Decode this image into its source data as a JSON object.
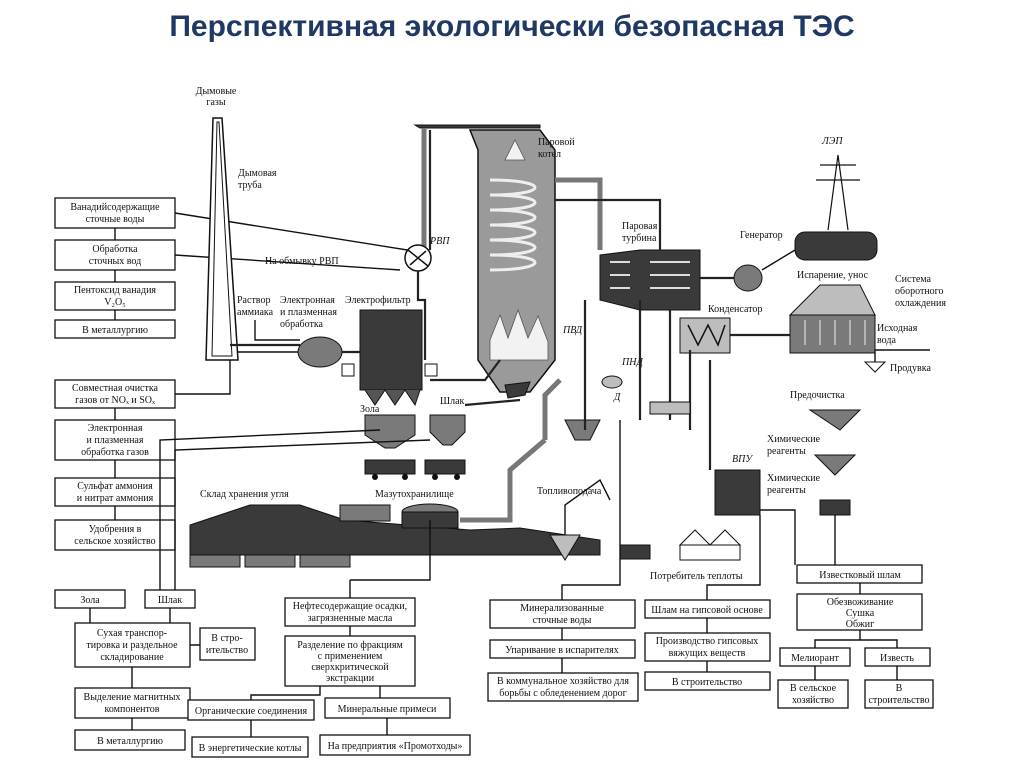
{
  "title": "Перспективная экологически безопасная ТЭС",
  "left_chain": {
    "vanadium_water": [
      "Ванадийсодержащие",
      "сточные воды"
    ],
    "water_treatment": [
      "Обработка",
      "сточных вод"
    ],
    "vanadium_pentoxide": [
      "Пентоксид ванадия",
      "V₂O₅"
    ],
    "to_metallurgy": "В металлургию",
    "joint_cleaning": [
      "Совместная очистка",
      "газов от NOₓ и SOₓ"
    ],
    "plasma_treatment": [
      "Электронная",
      "и плазменная",
      "обработка газов"
    ],
    "ammonium": [
      "Сульфат аммония",
      "и нитрат аммония"
    ],
    "fertilizers": [
      "Удобрения в",
      "сельское хозяйство"
    ]
  },
  "plant_labels": {
    "flue_gases": [
      "Дымовые",
      "газы"
    ],
    "chimney": [
      "Дымовая",
      "труба"
    ],
    "rvp": "РВП",
    "to_rvp_wash": "На обмывку РВП",
    "ammonia_solution": [
      "Раствор",
      "аммиака"
    ],
    "electron_plasma": [
      "Электронная",
      "и плазменная",
      "обработка"
    ],
    "electrofilter": "Электрофильтр",
    "ash": "Зола",
    "slag": "Шлак",
    "steam_boiler": [
      "Паровой",
      "котел"
    ],
    "steam_turbine": [
      "Паровая",
      "турбина"
    ],
    "generator": "Генератор",
    "power_line": "ЛЭП",
    "evaporation": "Испарение, унос",
    "cooling_system": [
      "Система",
      "оборотного",
      "охлаждения"
    ],
    "condenser": "Конденсатор",
    "source_water": [
      "Исходная",
      "вода"
    ],
    "blowdown": "Продувка",
    "pretreatment": "Предочистка",
    "chemical_reagents_1": [
      "Химические",
      "реагенты"
    ],
    "chemical_reagents_2": [
      "Химические",
      "реагенты"
    ],
    "vpu": "ВПУ",
    "pvd": "ПВД",
    "pnd": "ПНД",
    "d": "Д",
    "coal_storage": "Склад хранения угля",
    "fuel_oil_storage": "Мазутохранилище",
    "fuel_supply": "Топливоподача",
    "heat_consumer": "Потребитель теплоты"
  },
  "bottom_left": {
    "ash": "Зола",
    "slag": "Шлак",
    "dry_transport": [
      "Сухая транспор-",
      "тировка и раздельное",
      "складирование"
    ],
    "in_construction": [
      "В стро-",
      "ительство"
    ],
    "magnetic": [
      "Выделение магнитных",
      "компонентов"
    ],
    "to_metallurgy": "В металлургию"
  },
  "bottom_mid": {
    "oil_sludge": [
      "Нефтесодержащие осадки,",
      "загрязненные масла"
    ],
    "fractionation": [
      "Разделение по фракциям",
      "с применением",
      "сверхкритической",
      "экстракции"
    ],
    "organic": "Органические соединения",
    "mineral": "Минеральные примеси",
    "energy_boilers": "В энергетические котлы",
    "promotkhody": "На предприятия «Промотходы»"
  },
  "bottom_right": {
    "mineralized_water": [
      "Минерализованные",
      "сточные воды"
    ],
    "evaporators": "Упаривание в испарителях",
    "communal": [
      "В коммунальное хозяйство для",
      "борьбы с обледенением дорог"
    ],
    "gypsum_sludge": "Шлам на гипсовой основе",
    "gypsum_binders": [
      "Производство гипсовых",
      "вяжущих веществ"
    ],
    "in_construction": "В строительство",
    "lime_sludge": "Известковый шлам",
    "dewatering": [
      "Обезвоживание",
      "Сушка",
      "Обжиг"
    ],
    "meliorant": "Мелиорант",
    "lime": "Известь",
    "agriculture": [
      "В сельское",
      "хозяйство"
    ],
    "construction": [
      "В",
      "строительство"
    ]
  }
}
